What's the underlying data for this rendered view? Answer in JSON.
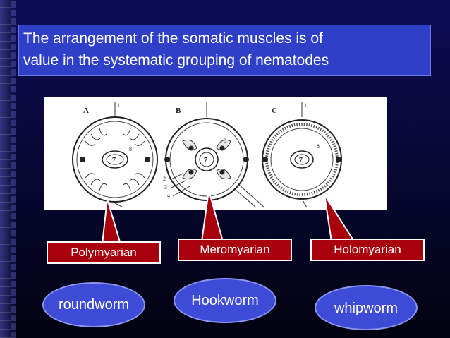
{
  "slide": {
    "title_line1": "The arrangement of the somatic muscles is of",
    "title_line2": "value in the systematic grouping of nematodes"
  },
  "figure": {
    "panel_a": "A",
    "panel_b": "B",
    "panel_c": "C",
    "n1": "1",
    "n2": "2",
    "n3": "3",
    "n4": "4",
    "n7": "7",
    "n8": "8"
  },
  "labels": {
    "polymyarian": "Polymyarian",
    "meromyarian": "Meromyarian",
    "holomyarian": "Holomyarian"
  },
  "examples": {
    "roundworm": "roundworm",
    "hookworm": "Hookworm",
    "whipworm": "whipworm"
  },
  "colors": {
    "title_bg": "#2f3fc8",
    "label_bg": "#a8000c",
    "ellipse_bg": "#3d4bd6"
  }
}
